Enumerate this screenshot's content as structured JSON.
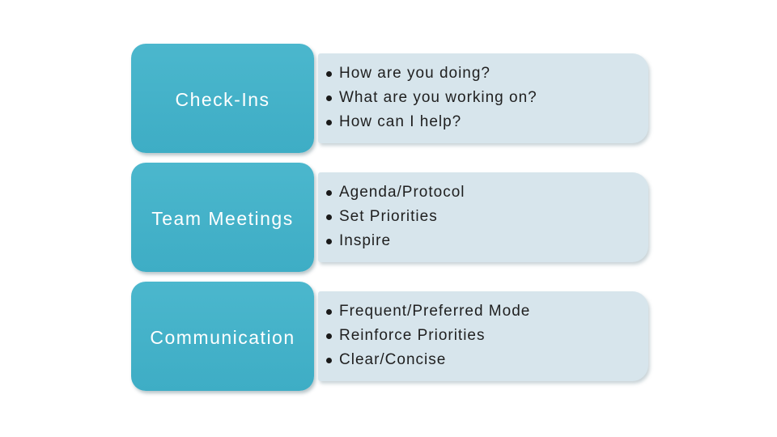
{
  "slide": {
    "type": "smartart-vertical-list",
    "background": "#ffffff",
    "rows": [
      {
        "label": "Check-Ins",
        "bullets": [
          "How are you doing?",
          "What are you working on?",
          "How can I help?"
        ]
      },
      {
        "label": "Team Meetings",
        "bullets": [
          "Agenda/Protocol",
          "Set Priorities",
          "Inspire"
        ]
      },
      {
        "label": "Communication",
        "bullets": [
          "Frequent/Preferred Mode",
          "Reinforce Priorities",
          "Clear/Concise"
        ]
      }
    ],
    "colors": {
      "label_shape_teal": "#42b1c8",
      "bullet_panel_blue": "#d7e5ec",
      "label_text": "#ffffff",
      "bullet_text": "#1f1f1f",
      "background": "#ffffff"
    },
    "bullet_glyph": "•"
  }
}
